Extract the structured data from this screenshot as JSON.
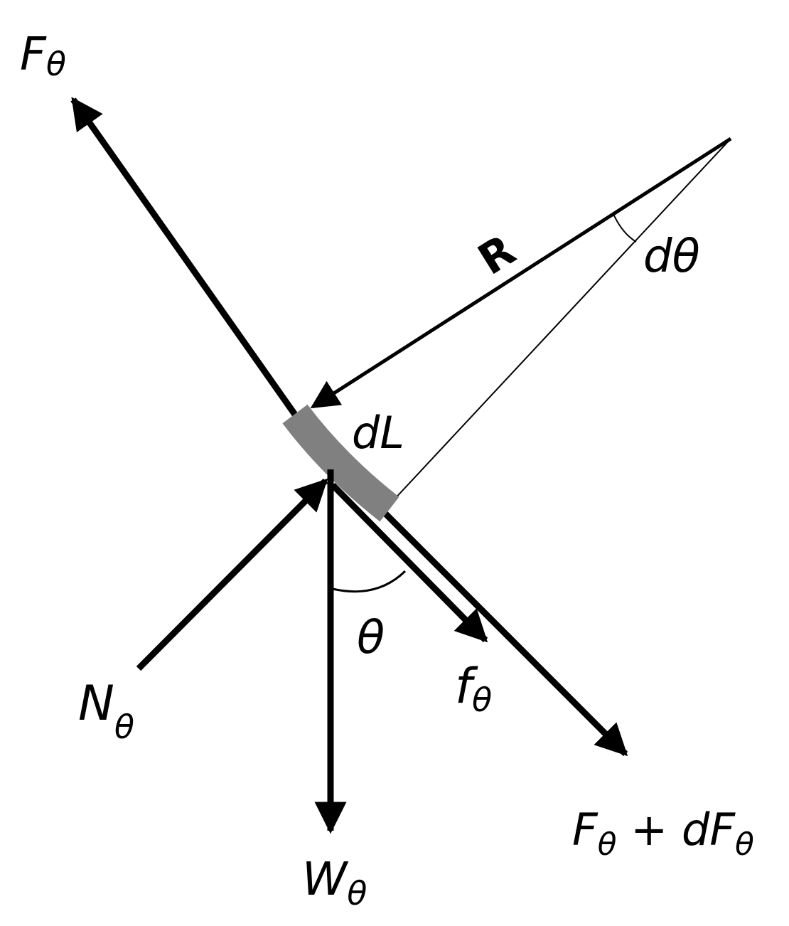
{
  "labels": {
    "f_theta_top": {
      "main": "F",
      "sub": "θ"
    },
    "radius": "R",
    "d_theta": {
      "d": "d",
      "theta": "θ"
    },
    "d_l": "dL",
    "theta": "θ",
    "friction": {
      "main": "f",
      "sub": "θ"
    },
    "normal": {
      "main": "N",
      "sub": "θ"
    },
    "weight": {
      "main": "W",
      "sub": "θ"
    },
    "f_plus_df": {
      "main1": "F",
      "sub1": "θ",
      "plus": " + ",
      "main2": "dF",
      "sub2": "θ"
    }
  },
  "colors": {
    "ink": "#000000",
    "element": "#808080"
  }
}
